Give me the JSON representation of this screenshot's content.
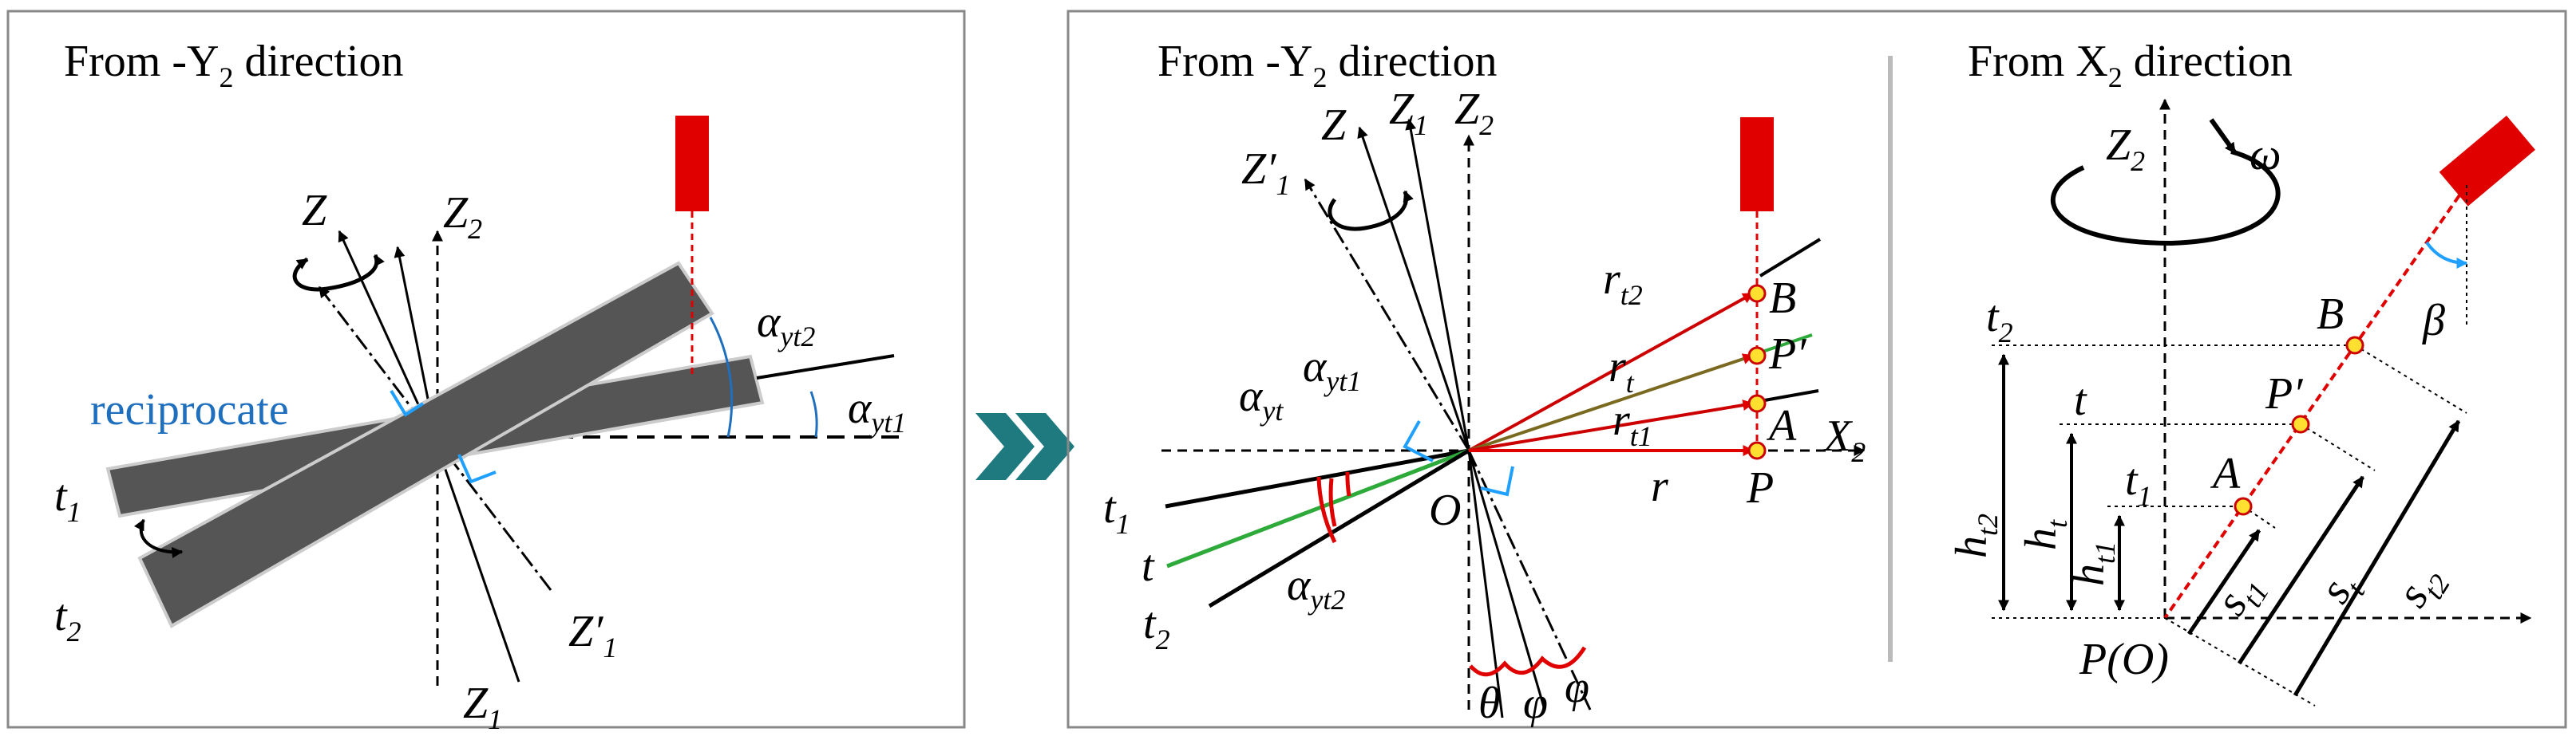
{
  "colors": {
    "panel_border": "#888888",
    "laser": "#e00000",
    "bar": "#555555",
    "accent_blue": "#1fa0ff",
    "label_blue": "#1f6fbf",
    "green_line": "#2eaa3a",
    "chevron": "#1f7a80",
    "red_arc": "#e00000"
  },
  "panel1": {
    "title_pre": "From -Y",
    "title_sub": "2",
    "title_post": " direction",
    "reciprocate": "reciprocate",
    "labels": {
      "Z": "Z",
      "Z2_main": "Z",
      "Z2_sub": "2",
      "Z1_main": "Z",
      "Z1_sub": "1",
      "Z1p_main": "Z′",
      "Z1p_sub": "1",
      "a2_main": "α",
      "a2_sub": "yt2",
      "a1_main": "α",
      "a1_sub": "yt1",
      "t1_main": "t",
      "t1_sub": "1",
      "t2_main": "t",
      "t2_sub": "2"
    }
  },
  "panel2": {
    "left": {
      "title_pre": "From -Y",
      "title_sub": "2",
      "title_post": " direction",
      "labels": {
        "Z": "Z",
        "Z1_main": "Z",
        "Z1_sub": "1",
        "Z2_main": "Z",
        "Z2_sub": "2",
        "Z1p_main": "Z′",
        "Z1p_sub": "1",
        "a1_main": "α",
        "a1_sub": "yt1",
        "a_main": "α",
        "a_sub": "yt",
        "a2_main": "α",
        "a2_sub": "yt2",
        "t1_main": "t",
        "t1_sub": "1",
        "t": "t",
        "t2_main": "t",
        "t2_sub": "2",
        "O": "O",
        "rt2_main": "r",
        "rt2_sub": "t2",
        "rt_main": "r",
        "rt_sub": "t",
        "rt1_main": "r",
        "rt1_sub": "t1",
        "r": "r",
        "B": "B",
        "Pp": "P′",
        "A": "A",
        "P": "P",
        "X2_main": "X",
        "X2_sub": "2",
        "theta": "θ",
        "phi1": "φ",
        "phi2": "φ"
      }
    },
    "right": {
      "title_pre": "From X",
      "title_sub": "2",
      "title_post": " direction",
      "labels": {
        "Z2_main": "Z",
        "Z2_sub": "2",
        "omega": "ω",
        "beta": "β",
        "t2_main": "t",
        "t2_sub": "2",
        "t": "t",
        "t1_main": "t",
        "t1_sub": "1",
        "B": "B",
        "Pp": "P′",
        "A": "A",
        "ht2_main": "h",
        "ht2_sub": "t2",
        "ht_main": "h",
        "ht_sub": "t",
        "ht1_main": "h",
        "ht1_sub": "t1",
        "st1_main": "s",
        "st1_sub": "t1",
        "st_main": "s",
        "st_sub": "t",
        "st2_main": "s",
        "st2_sub": "t2",
        "PO": "P(O)"
      }
    }
  }
}
